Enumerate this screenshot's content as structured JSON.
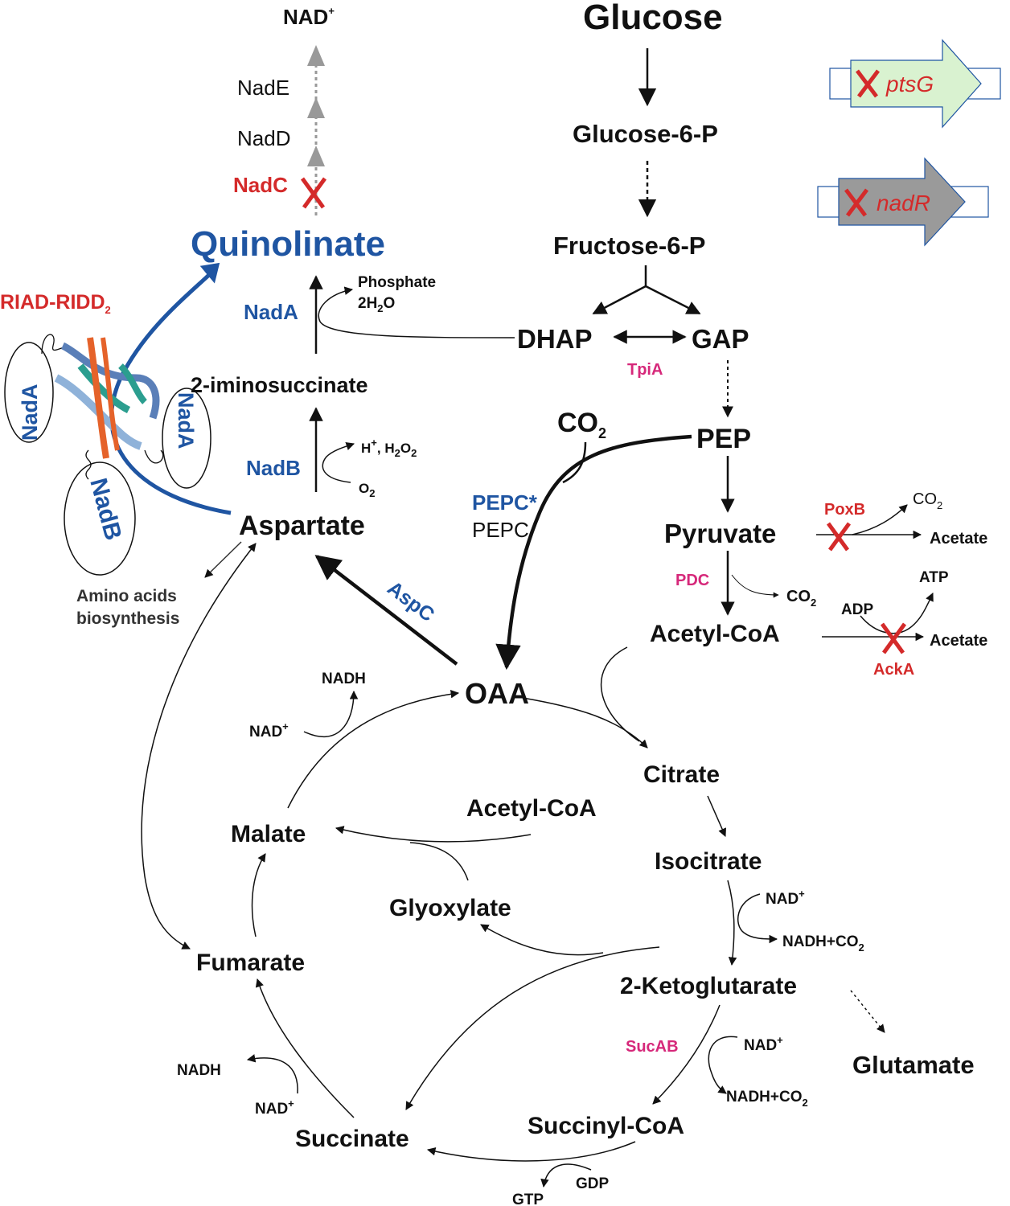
{
  "metabolites": {
    "nad_plus_top": "NAD",
    "glucose": "Glucose",
    "glucose6p": "Glucose-6-P",
    "fructose6p": "Fructose-6-P",
    "dhap": "DHAP",
    "gap": "GAP",
    "pep": "PEP",
    "co2": "CO",
    "pyruvate": "Pyruvate",
    "acetyl_coa": "Acetyl-CoA",
    "quinolinate": "Quinolinate",
    "iminosuccinate": "2-iminosuccinate",
    "aspartate": "Aspartate",
    "oaa": "OAA",
    "citrate": "Citrate",
    "isocitrate": "Isocitrate",
    "ketoglutarate": "2-Ketoglutarate",
    "glutamate": "Glutamate",
    "succinyl_coa": "Succinyl-CoA",
    "succinate": "Succinate",
    "fumarate": "Fumarate",
    "malate": "Malate",
    "glyoxylate": "Glyoxylate",
    "acetyl_coa_2": "Acetyl-CoA",
    "amino_acids_1": "Amino acids",
    "amino_acids_2": "biosynthesis"
  },
  "cofactors": {
    "phosphate": "Phosphate",
    "h2o_2": "2H",
    "h2o_2b": "O",
    "h_plus": "H",
    "h2o2": ", H",
    "h2o2b": "O",
    "o2": "O",
    "co2_pox": "CO",
    "acetate_1": "Acetate",
    "co2_pdc": "CO",
    "adp": "ADP",
    "atp": "ATP",
    "acetate_2": "Acetate",
    "nadh_top": "NADH",
    "nad_left": "NAD",
    "nad_icd": "NAD",
    "nadh_co2_icd": "NADH+CO",
    "nad_suc": "NAD",
    "nadh_co2_suc": "NADH+CO",
    "nadh_left_bottom": "NADH",
    "nad_left_bottom": "NAD",
    "gtp": "GTP",
    "gdp": "GDP",
    "plus": "+",
    "sub_2": "2"
  },
  "enzymes": {
    "nade": "NadE",
    "nadd": "NadD",
    "nadc": "NadC",
    "nada": "NadA",
    "nadb": "NadB",
    "riad": "RIAD-RIDD",
    "tpia": "TpiA",
    "pepc_star": "PEPC*",
    "pepc": "PEPC",
    "aspc": "AspC",
    "poxb": "PoxB",
    "pdc": "PDC",
    "acka": "AckA",
    "sucab": "SucAB",
    "nada_oval1": "NadA",
    "nada_oval2": "NadA",
    "nadb_oval": "NadB"
  },
  "genes": {
    "ptsg": "ptsG",
    "nadr": "nadR"
  },
  "colors": {
    "blue": "#1f55a2",
    "red": "#d42a2a",
    "pink": "#d6287a",
    "gray_arrow": "#999999",
    "ptsg_fill": "#d9f2d0",
    "nadr_fill": "#9a9a9a"
  }
}
